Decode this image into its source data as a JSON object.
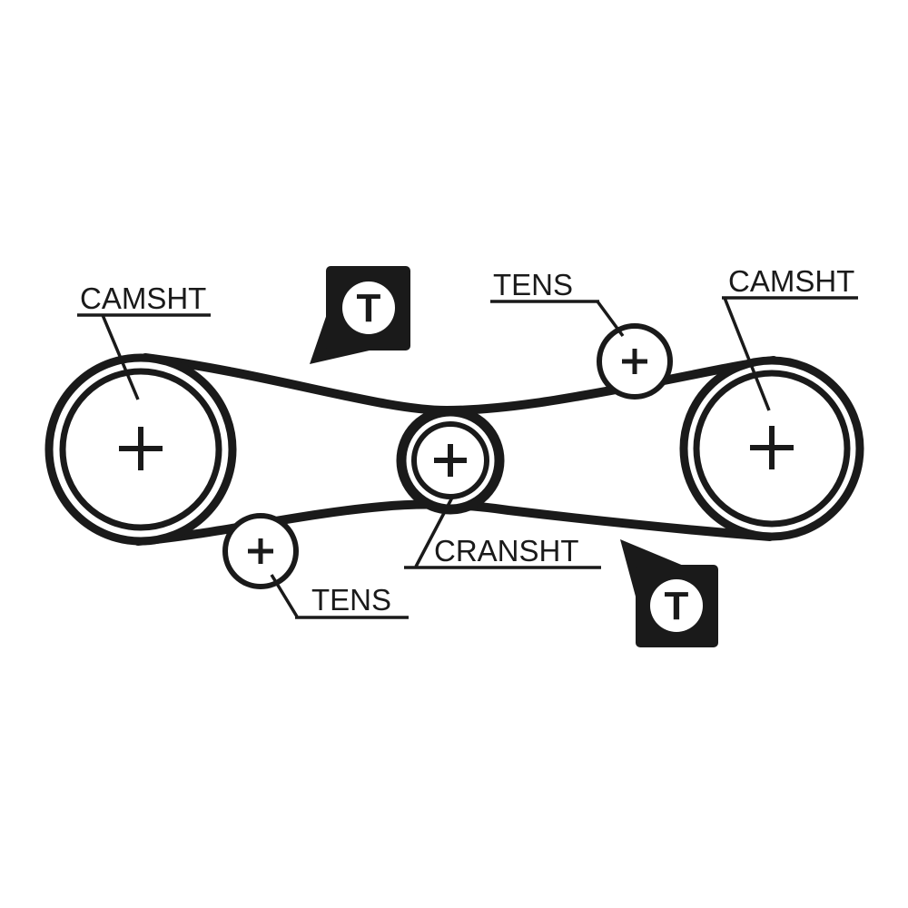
{
  "diagram": {
    "labels": {
      "camshaft_left": "CAMSHT",
      "camshaft_right": "CAMSHT",
      "tensioner_top": "TENS",
      "tensioner_bottom": "TENS",
      "crankshaft": "CRANSHT",
      "timing_mark_top": "T",
      "timing_mark_bottom": "T"
    },
    "colors": {
      "ink": "#1a1a1a",
      "background": "#ffffff"
    }
  }
}
